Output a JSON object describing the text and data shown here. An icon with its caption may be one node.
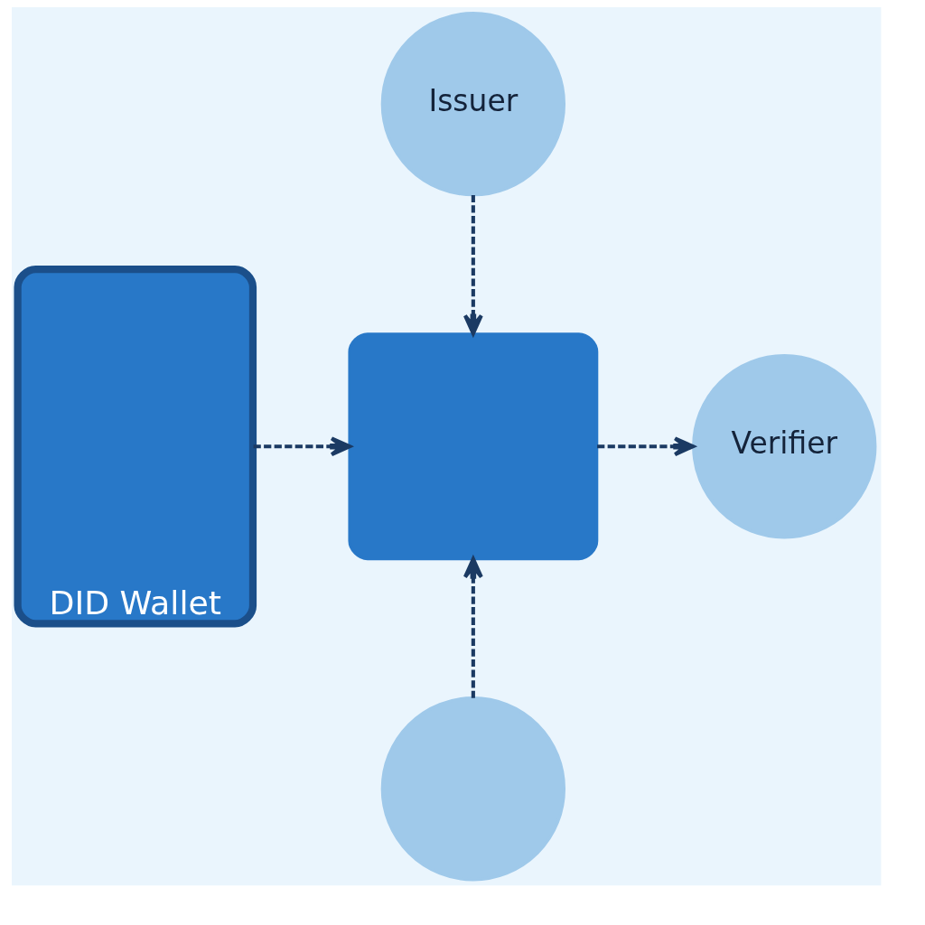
{
  "diagram": {
    "nodes": [
      {
        "text": [
          "Issuer"
        ]
      },
      {
        "text": [
          "DID Wallet"
        ]
      },
      {
        "text": [],
        "shape": "box"
      },
      {
        "text": [
          "Verifier"
        ]
      },
      {
        "text": [],
        "shape": "circle"
      }
    ],
    "edges": [
      {
        "from": 1,
        "to": 2,
        "arrow": "to",
        "style": "dashed"
      },
      {
        "from": 0,
        "to": 2,
        "arrow": "to",
        "style": "dashed"
      },
      {
        "from": 2,
        "to": 3,
        "arrow": "to",
        "style": "dashed"
      },
      {
        "from": 4,
        "to": 2,
        "arrow": "to",
        "style": "dashed"
      }
    ]
  }
}
